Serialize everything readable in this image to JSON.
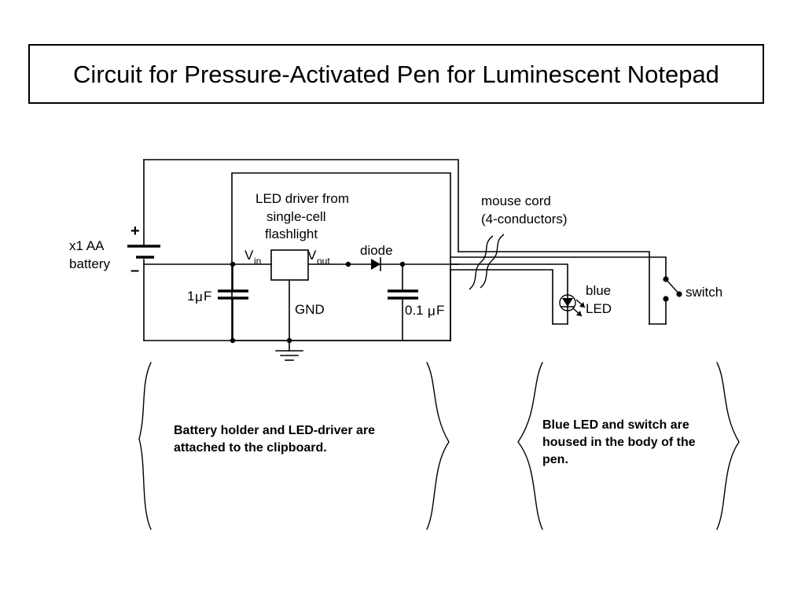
{
  "page": {
    "background_color": "#ffffff",
    "line_color": "#000000",
    "title": "Circuit for Pressure-Activated Pen for Luminescent Notepad"
  },
  "schematic": {
    "battery": {
      "label_line1": "x1 AA",
      "label_line2": "battery",
      "plus_sign": "+",
      "minus_sign": "–"
    },
    "driver": {
      "caption_line1": "LED driver from",
      "caption_line2": "single-cell",
      "caption_line3": "flashlight",
      "pin_in_main": "V",
      "pin_in_sub": "in",
      "pin_out_main": "V",
      "pin_out_sub": "out",
      "pin_gnd": "GND"
    },
    "capacitor_input": {
      "value": "1",
      "unit_mu": "μ",
      "unit_f": "F"
    },
    "capacitor_output": {
      "value": "0.1",
      "unit_mu": "μ",
      "unit_f": "F"
    },
    "diode": {
      "label": "diode"
    },
    "cord": {
      "label_line1": "mouse cord",
      "label_line2": "(4-conductors)"
    },
    "led": {
      "label_line1": "blue",
      "label_line2": "LED"
    },
    "switch": {
      "label": "switch"
    }
  },
  "annotations": {
    "left": {
      "line1": "Battery holder and LED-driver are",
      "line2": "attached to the clipboard."
    },
    "right": {
      "line1": "Blue LED and switch are",
      "line2": "housed in the body of the",
      "line3": "pen."
    }
  }
}
